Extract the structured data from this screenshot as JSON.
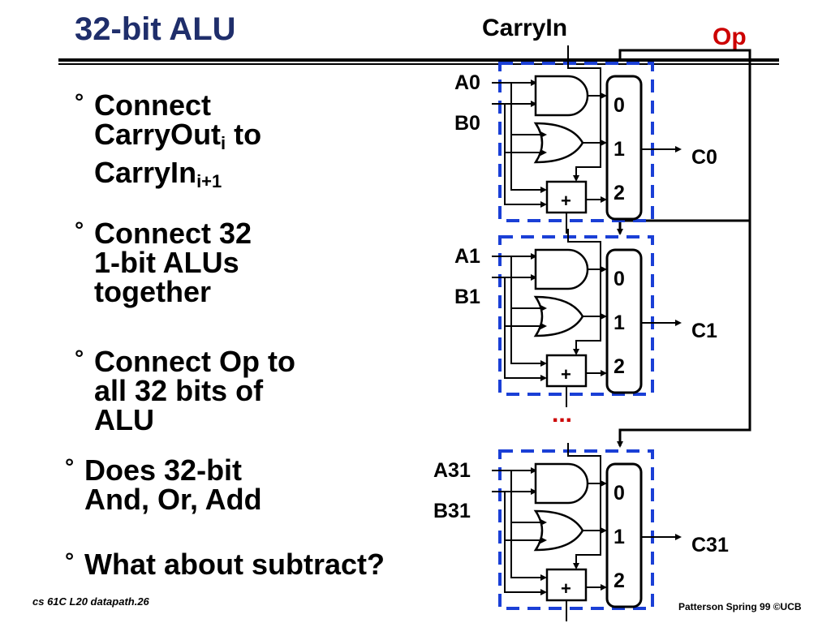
{
  "slide": {
    "title": "32-bit ALU",
    "bullets": [
      {
        "marker": "°",
        "lines": [
          [
            {
              "t": "Connect"
            }
          ],
          [
            {
              "t": "CarryOut"
            },
            {
              "t": "i",
              "sub": true
            },
            {
              "t": " to"
            }
          ],
          [
            {
              "t": "CarryIn"
            },
            {
              "t": "i+1",
              "sub": true
            }
          ]
        ]
      },
      {
        "marker": "°",
        "lines": [
          [
            {
              "t": "Connect 32"
            }
          ],
          [
            {
              "t": "1-bit ALUs"
            }
          ],
          [
            {
              "t": "together"
            }
          ]
        ]
      },
      {
        "marker": "°",
        "lines": [
          [
            {
              "t": "Connect Op to"
            }
          ],
          [
            {
              "t": "all 32 bits of"
            }
          ],
          [
            {
              "t": "ALU"
            }
          ]
        ]
      },
      {
        "marker": "°",
        "lines": [
          [
            {
              "t": "Does 32-bit"
            }
          ],
          [
            {
              "t": " And, Or, Add"
            }
          ]
        ]
      },
      {
        "marker": "°",
        "lines": [
          [
            {
              "t": "What about subtract?"
            }
          ]
        ]
      }
    ]
  },
  "diagram": {
    "carry_in_label": "CarryIn",
    "op_label": "Op",
    "ellipsis": "...",
    "mux_inputs": [
      "0",
      "1",
      "2"
    ],
    "adder_symbol": "+",
    "stages": [
      {
        "a": "A0",
        "b": "B0",
        "out": "C0"
      },
      {
        "a": "A1",
        "b": "B1",
        "out": "C1"
      },
      {
        "a": "A31",
        "b": "B31",
        "out": "C31"
      }
    ]
  },
  "footer": {
    "left": "cs 61C  L20  datapath.26",
    "right": "Patterson Spring 99  ©UCB"
  },
  "colors": {
    "title": "#1f2e6b",
    "op_label": "#cc0000",
    "ellipsis": "#cc0000",
    "dashed_box": "#1a3fd6",
    "wire": "#000000"
  }
}
